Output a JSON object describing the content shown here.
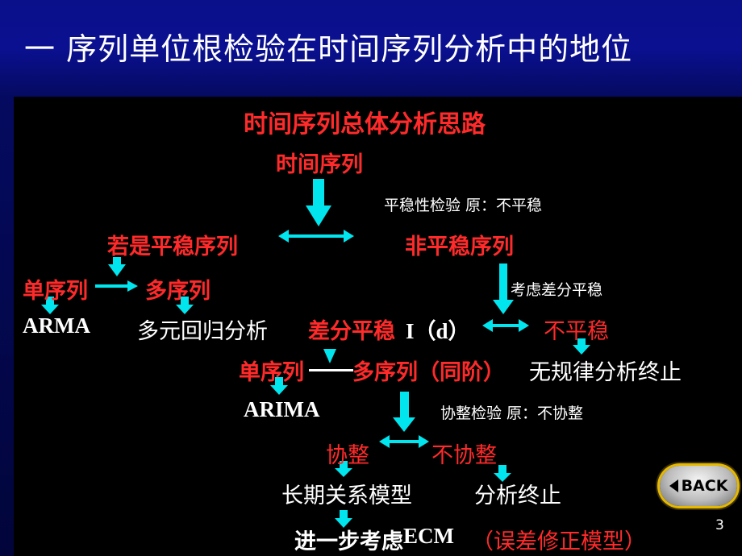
{
  "title": "一 序列单位根检验在时间序列分析中的地位",
  "diagram": {
    "heading": "时间序列总体分析思路",
    "time_series": "时间序列",
    "stationarity_test": "平稳性检验  原：不平稳",
    "if_stationary": "若是平稳序列",
    "nonstationary": "非平稳序列",
    "single_series": "单序列",
    "multi_series": "多序列",
    "consider_diff": "考虑差分平稳",
    "arma": "ARMA",
    "multi_regression": "多元回归分析",
    "diff_stationary": "差分平稳",
    "diff_id": "I（d）",
    "not_stationary": "不平稳",
    "single_series_2": "单序列",
    "multi_series_same_order": "多序列（同阶）",
    "no_pattern_stop": "无规律分析终止",
    "arima": "ARIMA",
    "coint_test": "协整检验 原：不协整",
    "cointegrated": "协整",
    "not_cointegrated": "不协整",
    "long_run_model": "长期关系模型",
    "analysis_stop": "分析终止",
    "further_consider": "进一步考虑",
    "ecm": "ECM",
    "ecm_full": "（误差修正模型）"
  },
  "nav": {
    "back_label": "BACK",
    "page_number": "3"
  },
  "colors": {
    "highlight_red": "#ff2a2a",
    "arrow_cyan": "#00e5ee",
    "background": "#000000"
  }
}
